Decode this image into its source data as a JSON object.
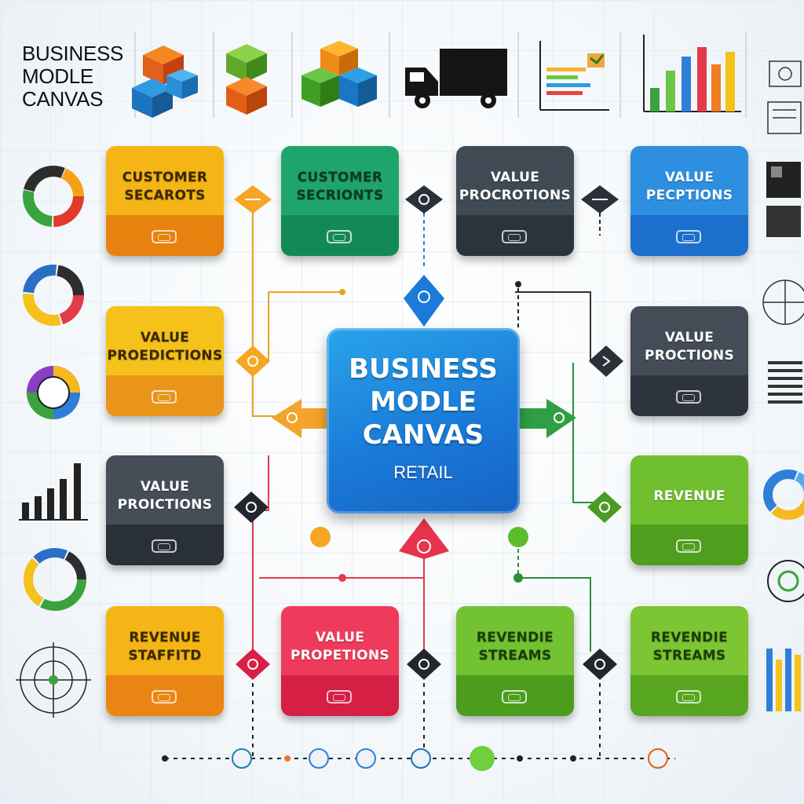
{
  "header": {
    "brand_lines": [
      "BUSINESS",
      "MODLE",
      "CANVAS"
    ]
  },
  "center": {
    "lines": [
      "BUSINESS",
      "MODLE",
      "CANVAS"
    ],
    "subtitle": "RETAIL"
  },
  "cards": [
    {
      "title": "CUSTOMER\nSECAROTS",
      "color_top": "#f6b516",
      "color_bottom": "#e8820f",
      "text_color": "#3a2a00"
    },
    {
      "title": "CUSTOMER\nSECRIONTS",
      "color_top": "#1fa56b",
      "color_bottom": "#138a55",
      "text_color": "#0c3a24"
    },
    {
      "title": "VALUE\nPROCROTIONS",
      "color_top": "#3f4a55",
      "color_bottom": "#2b333c",
      "text_color": "#ffffff"
    },
    {
      "title": "VALUE\nPECPTIONS",
      "color_top": "#2e8fe0",
      "color_bottom": "#1c6fcc",
      "text_color": "#ffffff"
    },
    {
      "title": "VALUE\nPROEDICTIONS",
      "color_top": "#f5c21b",
      "color_bottom": "#e8951a",
      "text_color": "#3a2a00"
    },
    {
      "title": "VALUE\nPROCTIONS",
      "color_top": "#434c57",
      "color_bottom": "#2d343d",
      "text_color": "#ffffff"
    },
    {
      "title": "VALUE\nPROICTIONS",
      "color_top": "#454d57",
      "color_bottom": "#2a3038",
      "text_color": "#ffffff"
    },
    {
      "title": "REVENUE",
      "color_top": "#6fbe2e",
      "color_bottom": "#4f9e1d",
      "text_color": "#ffffff"
    },
    {
      "title": "REVENUE\nSTAFFITD",
      "color_top": "#f6b516",
      "color_bottom": "#ea8513",
      "text_color": "#3a2a00"
    },
    {
      "title": "VALUE\nPROPETIONS",
      "color_top": "#ef3b5b",
      "color_bottom": "#d51f45",
      "text_color": "#ffffff"
    },
    {
      "title": "REVENDIE\nSTREAMS",
      "color_top": "#72c232",
      "color_bottom": "#4d9d1c",
      "text_color": "#1e3d08"
    },
    {
      "title": "REVENDIE\nSTREAMS",
      "color_top": "#7cc533",
      "color_bottom": "#58a520",
      "text_color": "#1e3d08"
    }
  ],
  "icons": {
    "cube_icon": "cube-icon",
    "truck_icon": "truck-icon",
    "bar_chart_icon": "bar-chart-icon",
    "donut_chart_icon": "donut-chart-icon",
    "gear_icon": "gear-icon"
  }
}
